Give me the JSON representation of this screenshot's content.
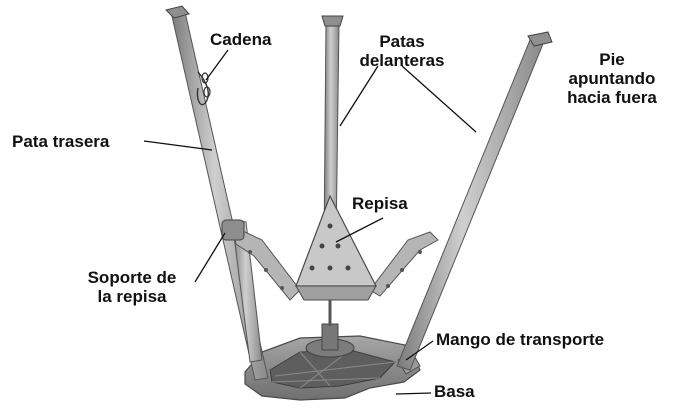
{
  "labels": {
    "cadena": "Cadena",
    "patas_delanteras_1": "Patas",
    "patas_delanteras_2": "delanteras",
    "pie_1": "Pie",
    "pie_2": "apuntando",
    "pie_3": "hacia fuera",
    "pata_trasera": "Pata trasera",
    "repisa": "Repisa",
    "soporte_1": "Soporte de",
    "soporte_2": "la repisa",
    "mango": "Mango de transporte",
    "basa": "Basa"
  },
  "colors": {
    "leg": "#a9a9a9",
    "leg_dark": "#6e6e6e",
    "shelf": "#c4c4c4",
    "base": "#8d8d8d",
    "leader": "#111111"
  }
}
